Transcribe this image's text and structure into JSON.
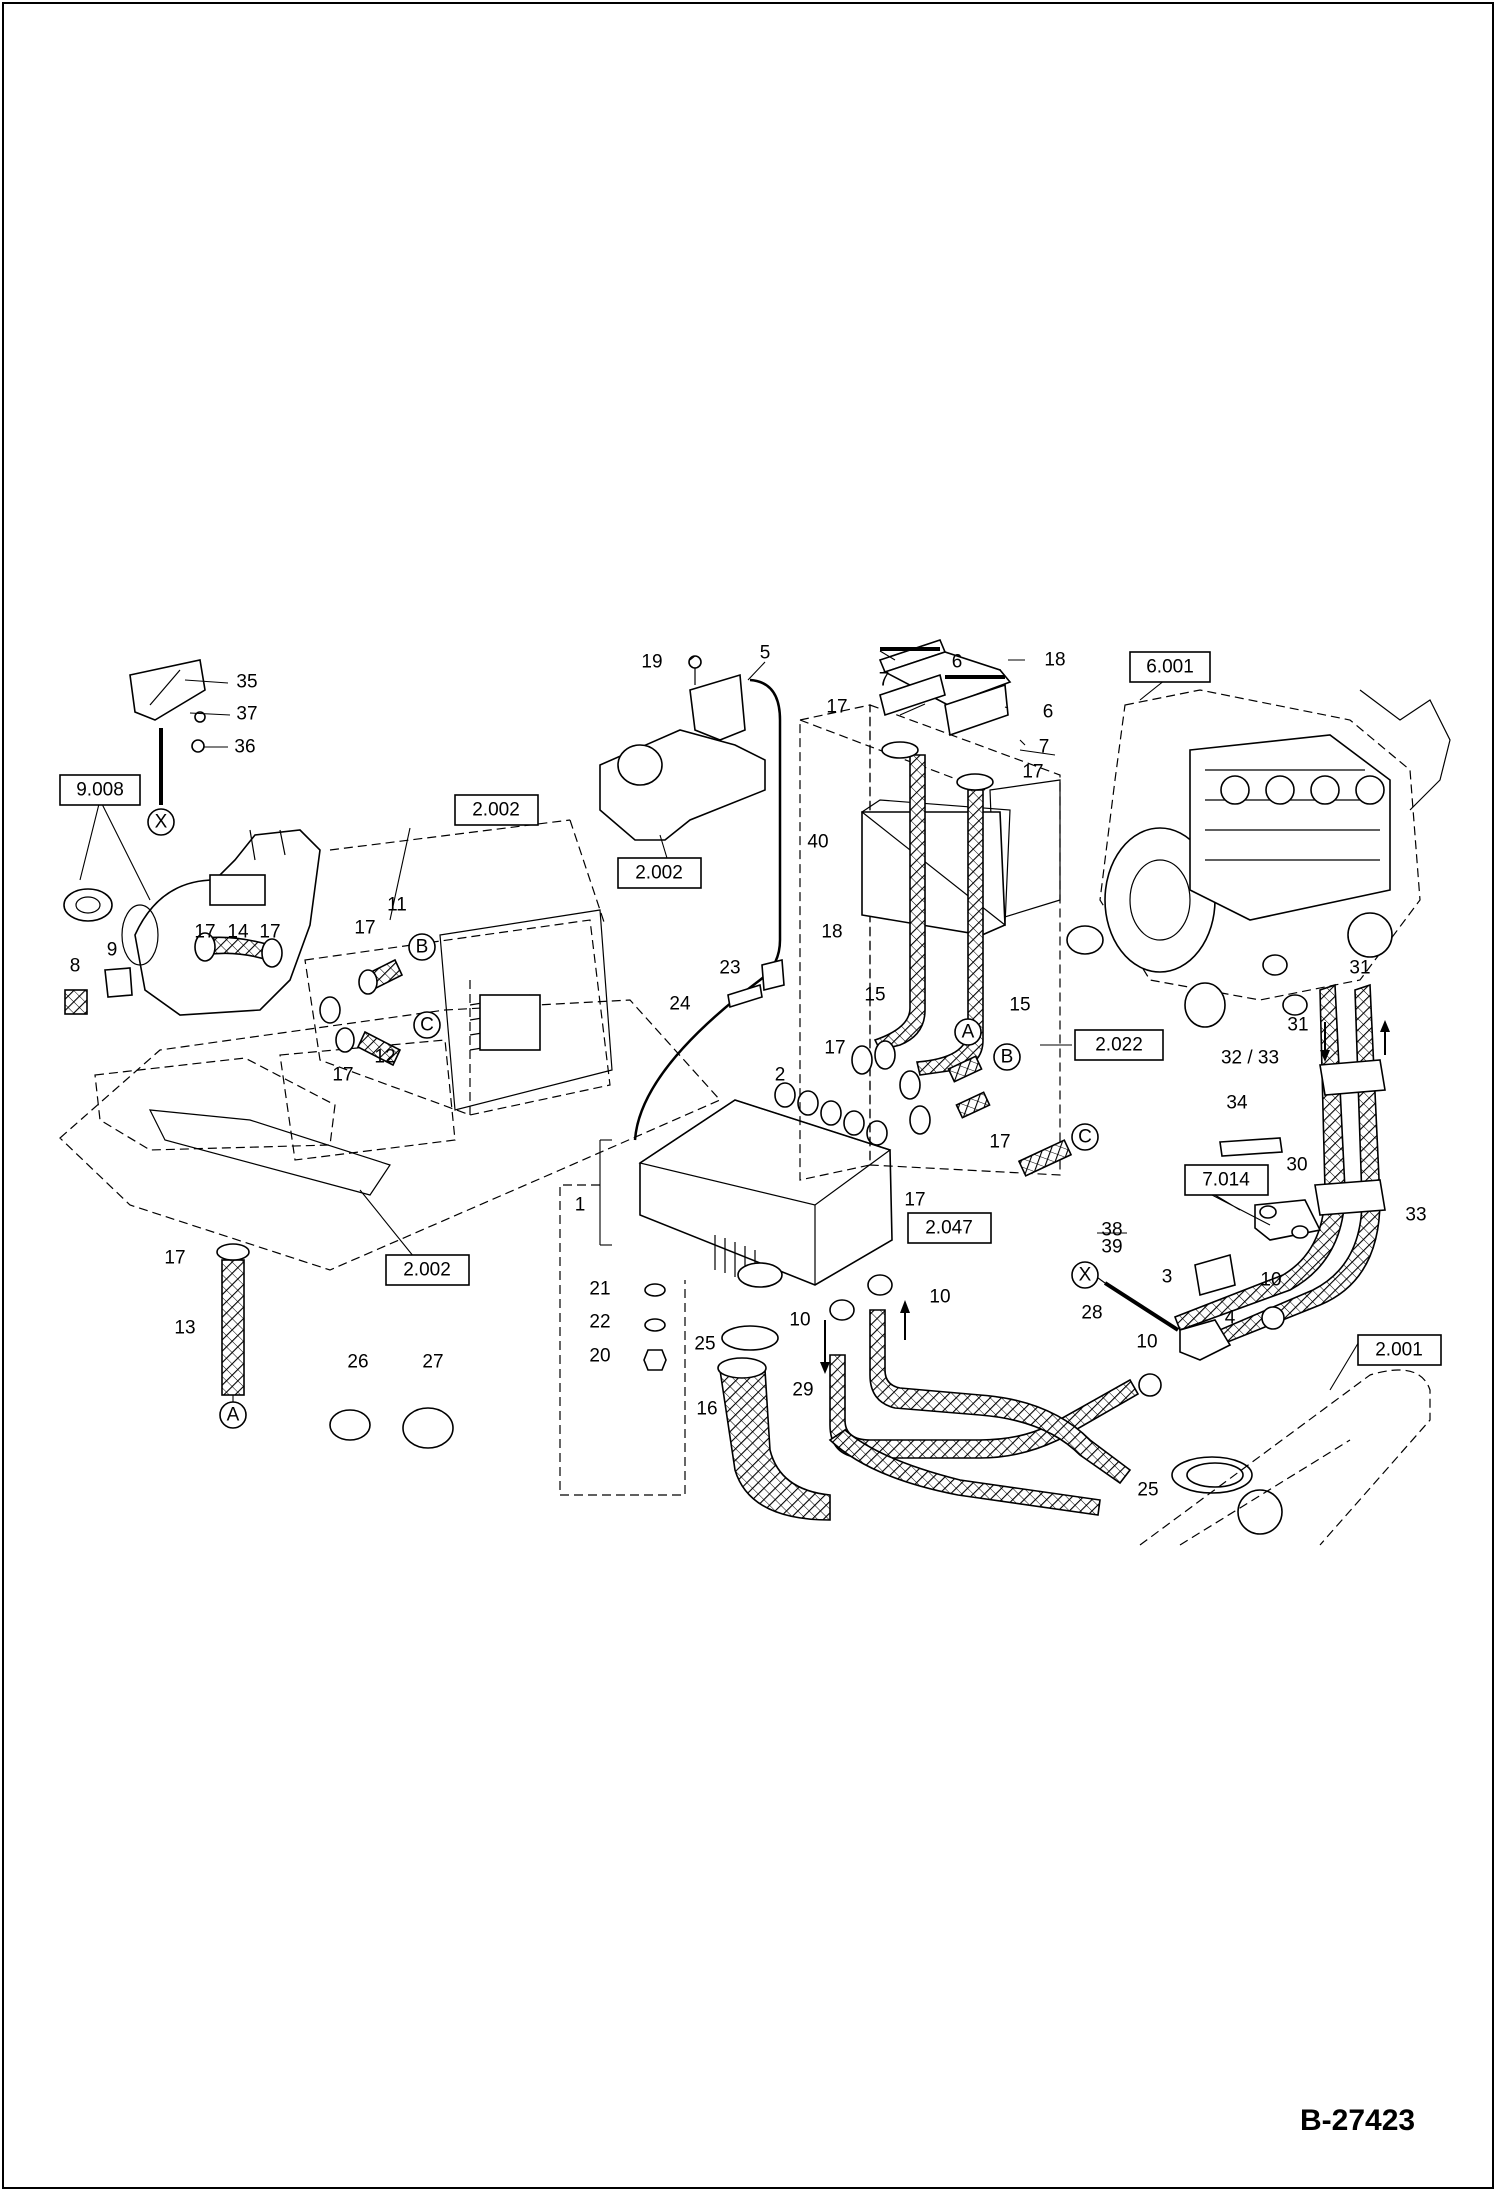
{
  "document_number": "B-27423",
  "reference_boxes": [
    "9.008",
    "2.002",
    "2.002",
    "2.002",
    "6.001",
    "2.022",
    "2.047",
    "7.014",
    "2.001"
  ],
  "part_numbers": [
    "1",
    "2",
    "3",
    "4",
    "5",
    "6",
    "6",
    "7",
    "7",
    "8",
    "9",
    "10",
    "10",
    "10",
    "10",
    "11",
    "12",
    "13",
    "14",
    "15",
    "15",
    "16",
    "17",
    "17",
    "17",
    "17",
    "17",
    "17",
    "17",
    "17",
    "17",
    "17",
    "18",
    "18",
    "19",
    "20",
    "21",
    "22",
    "23",
    "24",
    "25",
    "25",
    "26",
    "27",
    "28",
    "29",
    "30",
    "31",
    "31",
    "32 / 33",
    "33",
    "34",
    "35",
    "36",
    "37",
    "38",
    "39",
    "40"
  ],
  "connection_markers": [
    "A",
    "A",
    "B",
    "B",
    "C",
    "C",
    "X",
    "X"
  ]
}
